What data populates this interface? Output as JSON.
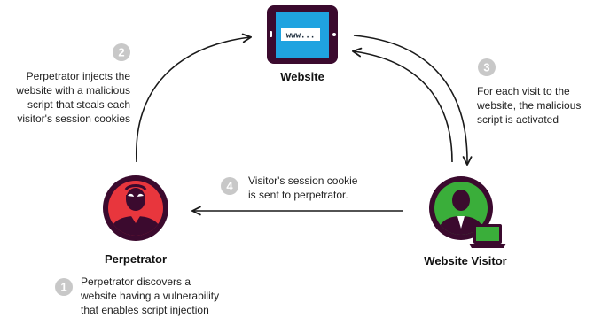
{
  "website": {
    "label": "Website",
    "url_text": "www..."
  },
  "perpetrator": {
    "label": "Perpetrator"
  },
  "visitor": {
    "label": "Website Visitor"
  },
  "steps": [
    {
      "number": "1",
      "lines": [
        "Perpetrator discovers a",
        "website having a vulnerability",
        "that enables script injection"
      ]
    },
    {
      "number": "2",
      "lines": [
        "Perpetrator injects the",
        "website with a malicious",
        "script that steals each",
        "visitor's session cookies"
      ]
    },
    {
      "number": "3",
      "lines": [
        "For each visit to the",
        "website, the malicious",
        "script is activated"
      ]
    },
    {
      "number": "4",
      "lines": [
        "Visitor's session cookie",
        "is sent to perpetrator."
      ]
    }
  ],
  "colors": {
    "perpetrator_ring": "#3b0a2e",
    "perpetrator_fill": "#e8363d",
    "visitor_ring": "#3b0a2e",
    "visitor_fill": "#3aae3a",
    "tablet_body": "#3b0a2e",
    "tablet_screen": "#1fa3e0",
    "badge": "#c8c8c8",
    "arrow": "#1a1a1a"
  },
  "icons": {
    "website": "tablet-browser-icon",
    "perpetrator": "masked-hacker-icon",
    "visitor": "user-with-laptop-icon"
  }
}
